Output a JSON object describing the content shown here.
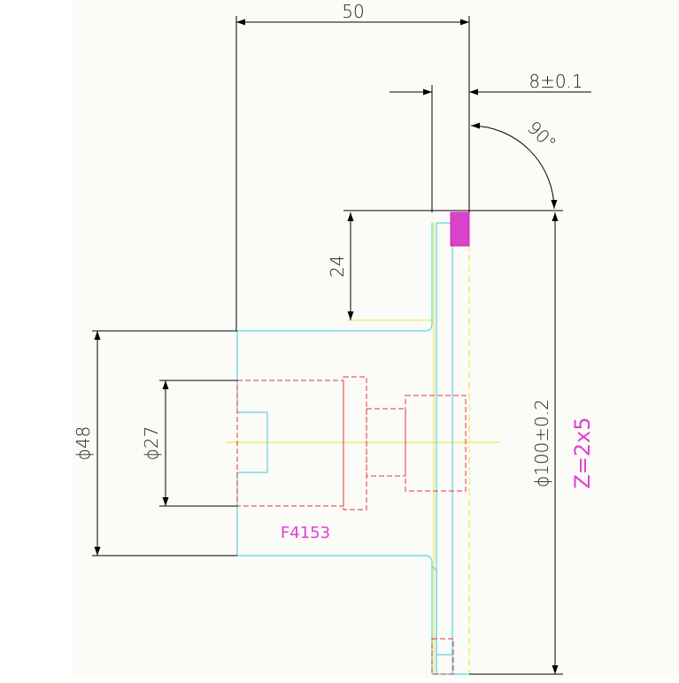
{
  "drawing": {
    "part_number": "F4153",
    "tooth_note": "Z=2x5",
    "colors": {
      "background": "#fbfbf7",
      "dimension": "#000000",
      "outline": "#5fd4e0",
      "hidden": "#e23a3a",
      "centerline": "#e8e23a",
      "note": "#e040d0",
      "hatch": "#e020c0"
    }
  },
  "dimensions": {
    "top_width": "50",
    "tooth_width": "8±0.1",
    "angle": "90°",
    "tooth_depth": "24",
    "hub_diameter": "ϕ48",
    "bore_diameter": "ϕ27",
    "outer_diameter": "ϕ100±0.2"
  }
}
